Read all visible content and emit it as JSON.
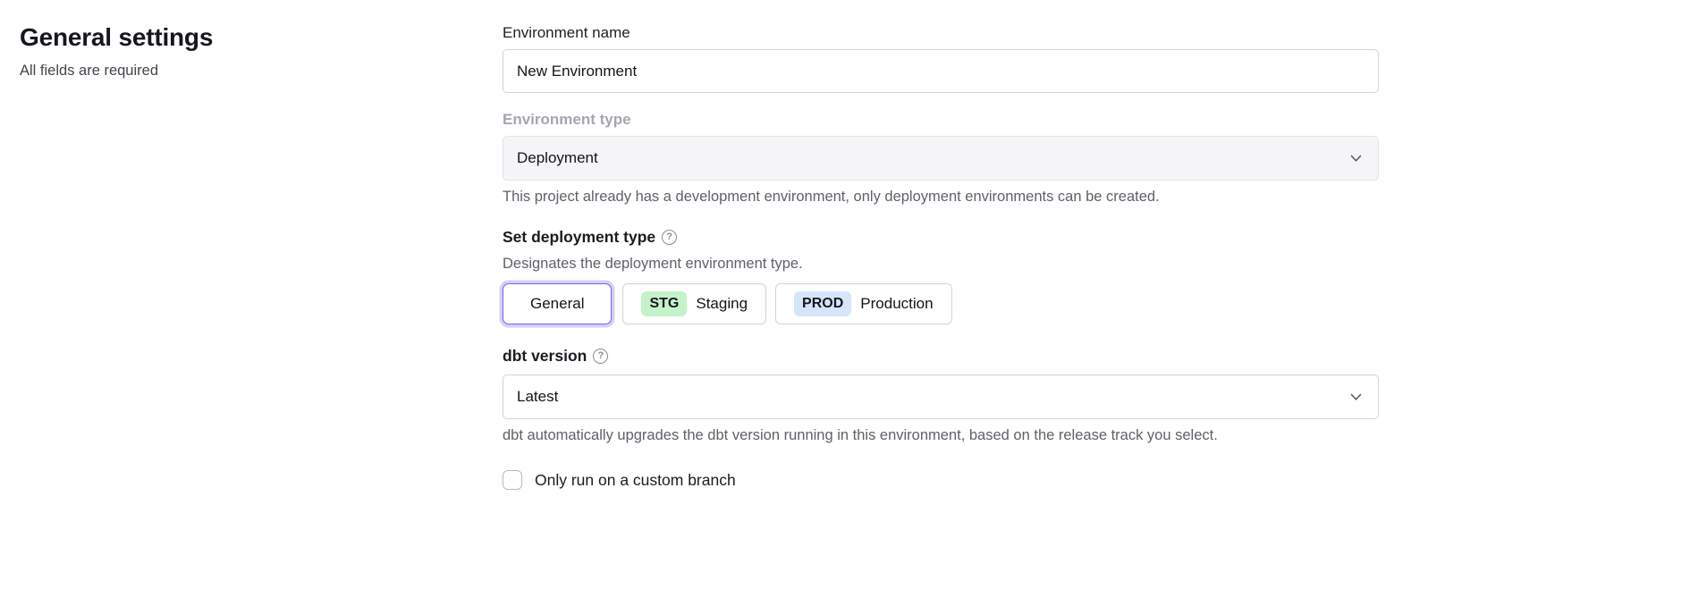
{
  "page": {
    "title": "General settings",
    "subtitle": "All fields are required"
  },
  "form": {
    "environment_name": {
      "label": "Environment name",
      "value": "New Environment"
    },
    "environment_type": {
      "label": "Environment type",
      "value": "Deployment",
      "helper": "This project already has a development environment, only deployment environments can be created."
    },
    "deployment_type": {
      "label": "Set deployment type",
      "help_glyph": "?",
      "helper": "Designates the deployment environment type.",
      "options": [
        {
          "label": "General",
          "badge": "",
          "selected": true
        },
        {
          "label": "Staging",
          "badge": "STG",
          "selected": false
        },
        {
          "label": "Production",
          "badge": "PROD",
          "selected": false
        }
      ]
    },
    "dbt_version": {
      "label": "dbt version",
      "help_glyph": "?",
      "value": "Latest",
      "helper": "dbt automatically upgrades the dbt version running in this environment, based on the release track you select."
    },
    "custom_branch": {
      "label": "Only run on a custom branch",
      "checked": false
    }
  },
  "colors": {
    "accent_purple": "#7a5ff0",
    "accent_ring": "#d7cdf8",
    "badge_stg_bg": "#c4f2c9",
    "badge_prod_bg": "#d6e5fa",
    "disabled_bg": "#f5f5f7"
  }
}
